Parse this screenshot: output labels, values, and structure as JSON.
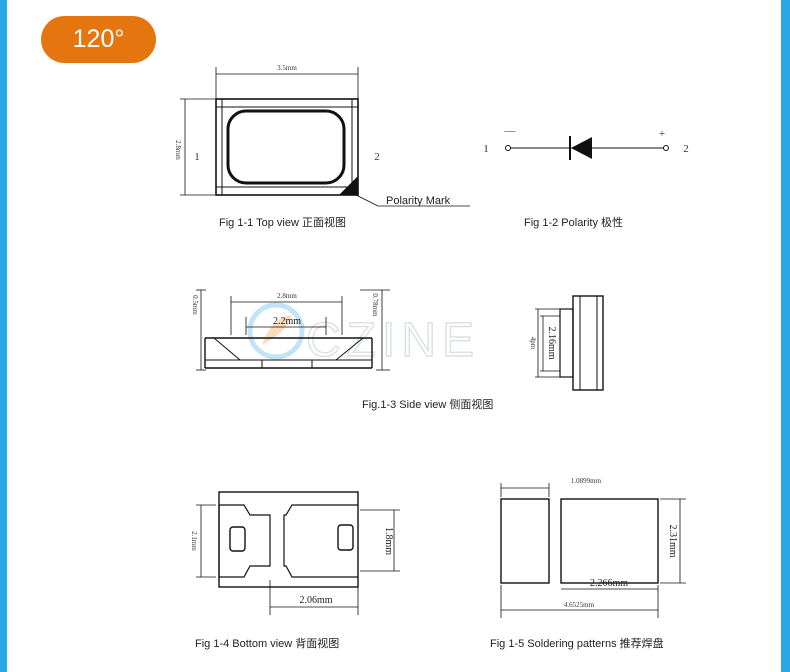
{
  "badge": {
    "text": "120°",
    "color": "#e5760f"
  },
  "frame_color": "#2aa7e6",
  "watermark": "CZINE",
  "fig1": {
    "caption": "Fig 1-1 Top view  正面视图",
    "width_dim": "3.5mm",
    "height_dim": "2.8mm",
    "pin_left": "1",
    "pin_right": "2",
    "polarity_label": "Polarity Mark"
  },
  "fig2": {
    "caption": "Fig 1-2 Polarity  极性",
    "pin_left": "1",
    "pin_right": "2",
    "minus": "—",
    "plus": "+"
  },
  "fig3": {
    "caption": "Fig.1-3 Side view  侧面视图",
    "dim_top": "2.8mm",
    "dim_inner": "2.2mm",
    "dim_left": "0.5mm",
    "dim_right": "0.78mm",
    "dim_side_a": "4pm",
    "dim_side_b": "2.16mm"
  },
  "fig4": {
    "caption": "Fig 1-4 Bottom view  背面视图",
    "dim_left": "2.1mm",
    "dim_right": "1.8mm",
    "dim_bottom": "2.06mm"
  },
  "fig5": {
    "caption": "Fig 1-5 Soldering patterns  推荐焊盘",
    "dim_top": "1.0899mm",
    "dim_right": "2.31mm",
    "dim_inner": "2.266mm",
    "dim_bottom": "4.6525mm"
  }
}
